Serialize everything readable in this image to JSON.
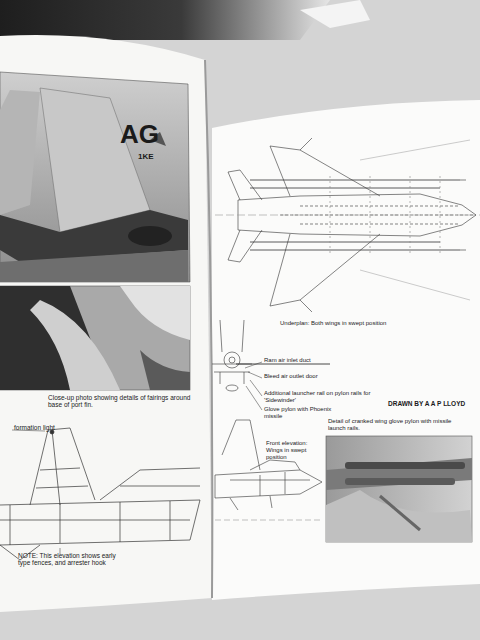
{
  "diagram": {
    "labels": [
      "AG",
      "1KE",
      "Close-up photo showing details of fairings around base of port fin.",
      "formation light",
      "NOTE: This elevation shows early type fences, and arrester hook",
      "Underplan: Both wings in swept position",
      "Ram air inlet duct",
      "Bleed air outlet door",
      "Additional launcher rail on pylon rails for 'Sidewinder'",
      "Glove pylon with Phoenix missile",
      "Front elevation: Wings in swept position",
      "DRAWN BY A A P LLOYD",
      "Detail of cranked wing glove pylon with missile launch rails."
    ]
  }
}
